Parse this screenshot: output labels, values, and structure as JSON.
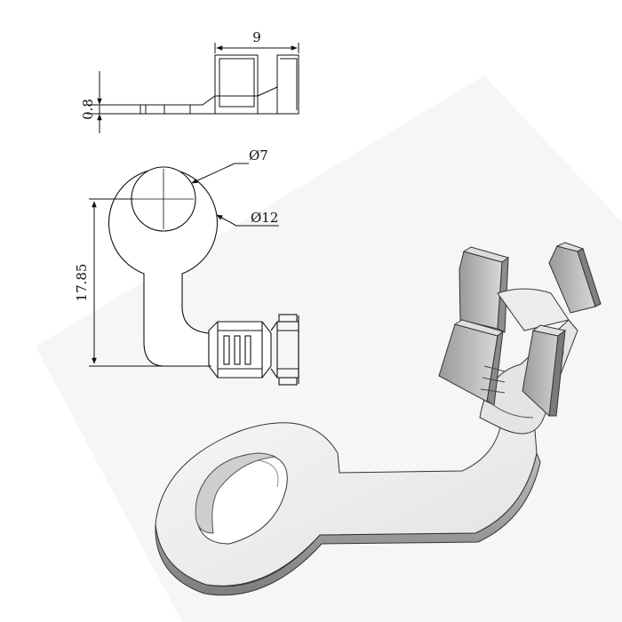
{
  "drawing": {
    "dimensions": {
      "width_label": "9",
      "thickness_label": "0.8",
      "hole_diameter_label": "Ø7",
      "ring_diameter_label": "Ø12",
      "length_label": "17.85"
    }
  }
}
